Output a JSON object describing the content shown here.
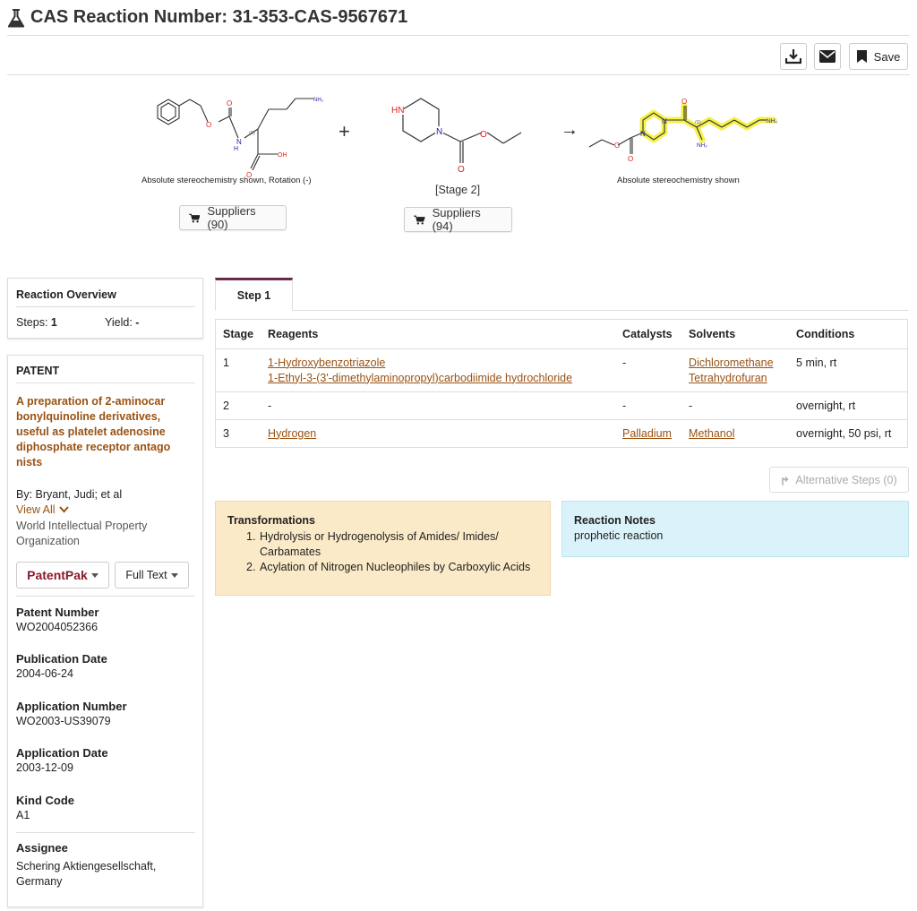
{
  "header": {
    "title": "CAS Reaction Number: 31-353-CAS-9567671",
    "icons": {
      "title": "flask-icon",
      "download": "download-icon",
      "email": "envelope-icon",
      "save": "bookmark-icon"
    },
    "save_label": "Save"
  },
  "reaction": {
    "reactant1": {
      "caption": "Absolute stereochemistry shown, Rotation (-)",
      "suppliers_label": "Suppliers (90)"
    },
    "plus_sign": "+",
    "reactant2": {
      "stage_label": "[Stage 2]",
      "suppliers_label": "Suppliers (94)"
    },
    "arrow": "→",
    "product": {
      "caption": "Absolute stereochemistry shown"
    },
    "atom_labels": {
      "nh2": "NH₂",
      "nh2_small": "NH₂",
      "hn": "HN",
      "n": "N",
      "o": "O",
      "oh": "OH",
      "h": "H",
      "n_h": "N",
      "stereo": "(S)"
    },
    "highlight_color": "#f5f03a"
  },
  "overview": {
    "title": "Reaction Overview",
    "steps_label": "Steps:",
    "steps_value": "1",
    "yield_label": "Yield:",
    "yield_value": "-"
  },
  "patent": {
    "section_title": "PATENT",
    "title_lines": [
      "A preparation of 2-aminocar",
      "bonylquinoline derivatives,",
      "useful as platelet adenosine",
      "diphosphate receptor antago",
      "nists"
    ],
    "authors": "By: Bryant, Judi; et al",
    "view_all_label": "View All",
    "organization_lines": [
      "World Intellectual Property",
      "Organization"
    ],
    "patentpak_label": "PatentPak",
    "fulltext_label": "Full Text",
    "fields": [
      {
        "label": "Patent Number",
        "value": "WO2004052366"
      },
      {
        "label": "Publication Date",
        "value": "2004-06-24"
      },
      {
        "label": "Application Number",
        "value": "WO2003-US39079"
      },
      {
        "label": "Application Date",
        "value": "2003-12-09"
      },
      {
        "label": "Kind Code",
        "value": "A1"
      }
    ],
    "assignee_label": "Assignee",
    "assignee_lines": [
      "Schering Aktiengesellschaft,",
      "Germany"
    ]
  },
  "steps": {
    "tab_label": "Step 1",
    "columns": [
      "Stage",
      "Reagents",
      "Catalysts",
      "Solvents",
      "Conditions"
    ],
    "rows": [
      {
        "stage": "1",
        "reagents": [
          "1-Hydroxybenzotriazole",
          "1-Ethyl-3-(3'-dimethylaminopropyl)carbodiimide hydrochloride"
        ],
        "catalysts": "-",
        "solvents": [
          "Dichloromethane",
          "Tetrahydrofuran"
        ],
        "conditions": "5 min, rt"
      },
      {
        "stage": "2",
        "reagents_text": "-",
        "catalysts": "-",
        "solvents_text": "-",
        "conditions": "overnight, rt"
      },
      {
        "stage": "3",
        "reagents": [
          "Hydrogen"
        ],
        "catalysts_link": "Palladium",
        "solvents": [
          "Methanol"
        ],
        "conditions": "overnight, 50 psi, rt"
      }
    ],
    "alt_steps_label": "Alternative Steps (0)"
  },
  "transformations": {
    "title": "Transformations",
    "items": [
      {
        "num": "1.",
        "lines": [
          "Hydrolysis or Hydrogenolysis of Amides/ Imides/",
          "Carbamates"
        ]
      },
      {
        "num": "2.",
        "lines": [
          "Acylation of Nitrogen Nucleophiles by Carboxylic Acids"
        ]
      }
    ]
  },
  "notes": {
    "title": "Reaction Notes",
    "text": "prophetic reaction"
  },
  "colors": {
    "link": "#9a5213",
    "patentpak": "#8b1a2b",
    "tab_accent": "#6b2a4a",
    "transform_bg": "#faeac8",
    "notes_bg": "#daf3fa"
  }
}
